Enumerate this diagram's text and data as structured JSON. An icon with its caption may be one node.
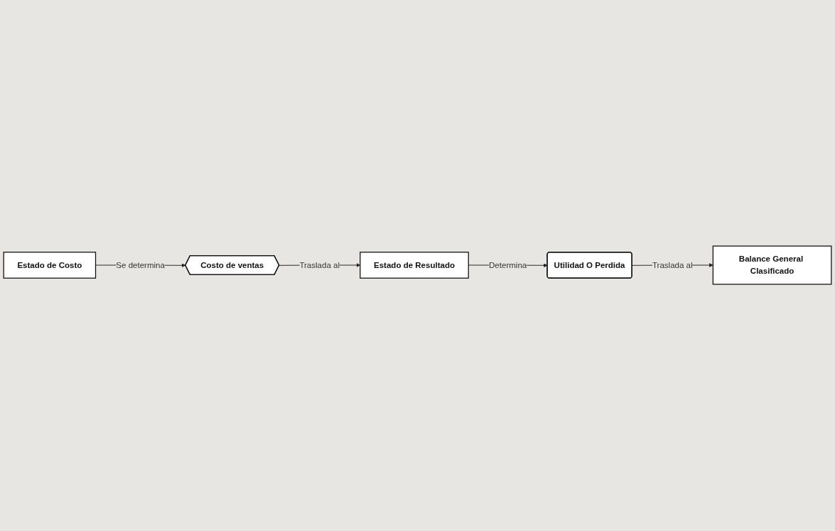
{
  "diagram": {
    "nodes": [
      {
        "text": [
          "Estado de Costo"
        ]
      },
      {
        "text": [
          "Costo de ventas"
        ]
      },
      {
        "text": [
          "Estado de Resultado"
        ]
      },
      {
        "text": [
          "Utilidad O Perdida"
        ]
      },
      {
        "text": [
          "Balance General Clasificado"
        ]
      }
    ],
    "edges": [
      {
        "from": 0,
        "to": 1,
        "arrow": "to",
        "label": "Se determina"
      },
      {
        "from": 1,
        "to": 2,
        "arrow": "to",
        "label": "Traslada al"
      },
      {
        "from": 2,
        "to": 3,
        "arrow": "to",
        "label": "Determina"
      },
      {
        "from": 3,
        "to": 4,
        "arrow": "to",
        "label": "Traslada al"
      }
    ]
  }
}
